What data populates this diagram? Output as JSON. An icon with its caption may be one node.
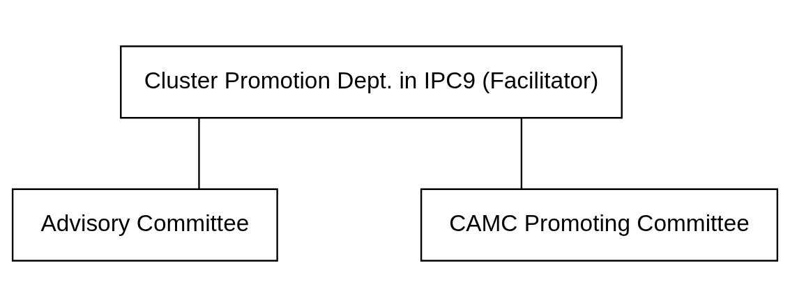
{
  "diagram": {
    "nodes": [
      {
        "text": [
          "Cluster Promotion Dept. in IPC9 (Facilitator)"
        ]
      },
      {
        "text": [
          "Advisory Committee"
        ]
      },
      {
        "text": [
          "CAMC Promoting Committee"
        ]
      }
    ],
    "edges": [
      {
        "from": 0,
        "to": 2,
        "arrow": "none"
      },
      {
        "from": 0,
        "to": 1,
        "arrow": "none"
      }
    ]
  }
}
